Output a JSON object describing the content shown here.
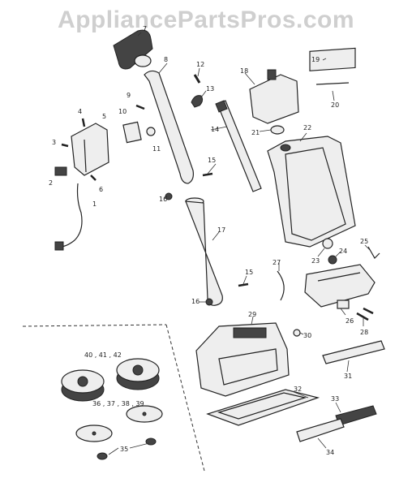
{
  "watermark": "AppliancePartsPros.com",
  "callouts": {
    "c1": "1",
    "c2": "2",
    "c3": "3",
    "c4": "4",
    "c5": "5",
    "c6": "6",
    "c7": "7",
    "c8": "8",
    "c9": "9",
    "c10": "10",
    "c11": "11",
    "c12": "12",
    "c13": "13",
    "c14": "14",
    "c15a": "15",
    "c15b": "15",
    "c16a": "16",
    "c16b": "16",
    "c17": "17",
    "c18": "18",
    "c19": "19",
    "c20": "20",
    "c21": "21",
    "c22": "22",
    "c23": "23",
    "c24": "24",
    "c25": "25",
    "c26": "26",
    "c27": "27",
    "c28": "28",
    "c29": "29",
    "c30": "30",
    "c31": "31",
    "c32": "32",
    "c33": "33",
    "c34": "34",
    "c35": "35",
    "c36": "36 , 37 , 38 , 39",
    "c40": "40 , 41 , 42"
  }
}
